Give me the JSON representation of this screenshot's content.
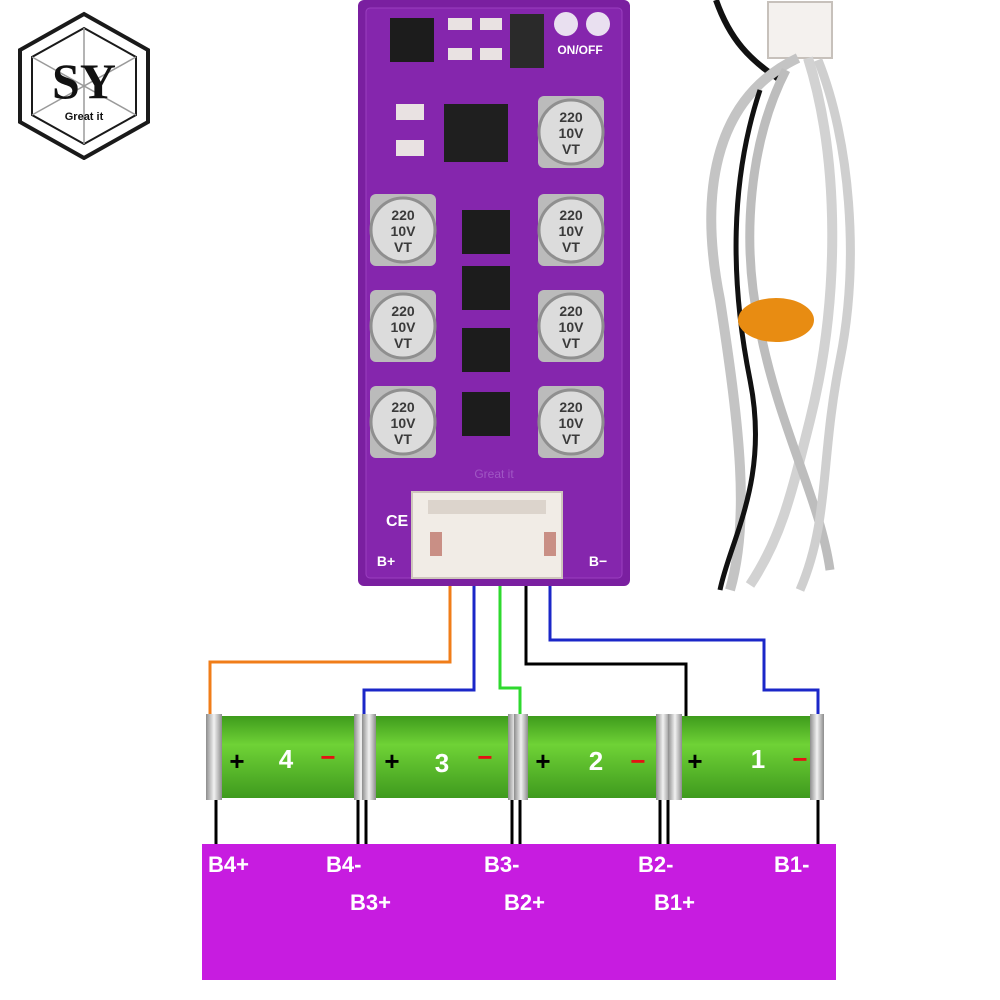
{
  "logo": {
    "letters": "SY",
    "tagline": "Great it"
  },
  "board": {
    "switch_label": "ON/OFF",
    "left_terminal": "B+",
    "right_terminal": "B−",
    "capacitor_lines": [
      "220",
      "10V",
      "VT"
    ],
    "silk_brand": "Great it",
    "ce_mark": "CE"
  },
  "cells": [
    {
      "number": "4",
      "plus": "+",
      "minus": "−"
    },
    {
      "number": "3",
      "plus": "+",
      "minus": "−"
    },
    {
      "number": "2",
      "plus": "+",
      "minus": "−"
    },
    {
      "number": "1",
      "plus": "+",
      "minus": "−"
    }
  ],
  "pads": [
    "B4+",
    "B4-",
    "B3+",
    "B3-",
    "B2+",
    "B2-",
    "B1+",
    "B1-"
  ],
  "colors": {
    "pcb": "#7a1fa0",
    "pad_strip": "#c71ce0",
    "cell_green": "#5cc22c",
    "wire_orange": "#f07d19",
    "wire_blue": "#1b27c8",
    "wire_green": "#2ed92e",
    "wire_black": "#000000",
    "minus_red": "#e31313"
  }
}
